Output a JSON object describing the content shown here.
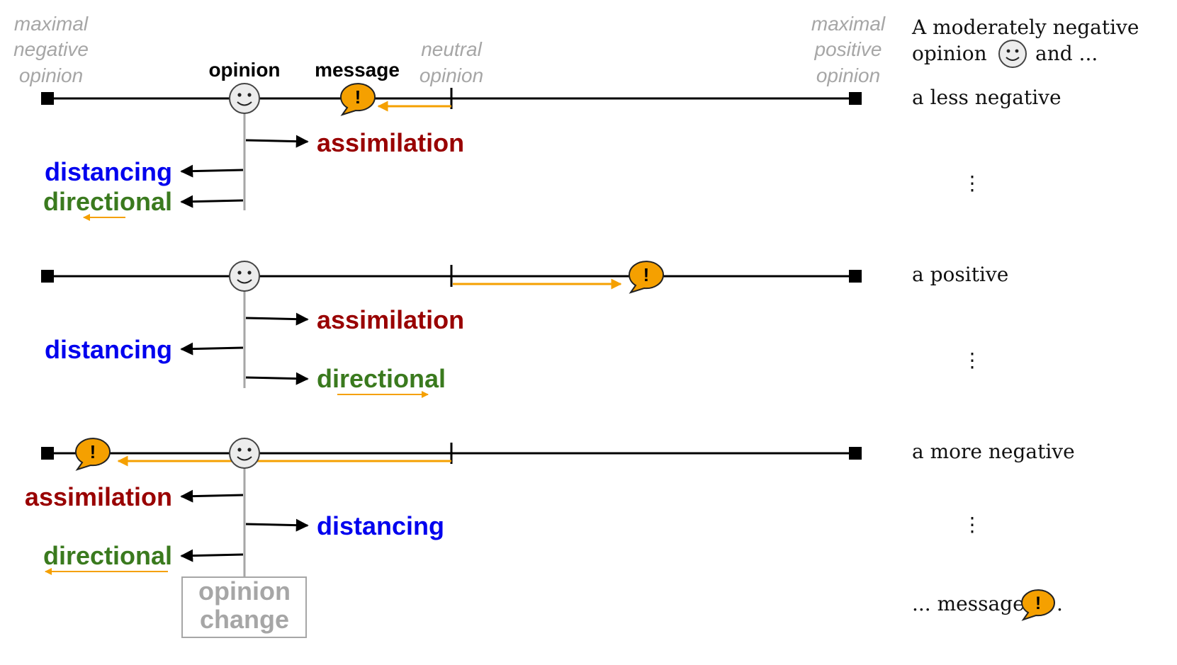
{
  "colors": {
    "assimilation": "#990000",
    "distancing": "#0000ee",
    "directional": "#3a7a1e",
    "message": "#f5a000",
    "axis_label": "#a6a6a6"
  },
  "axis_labels": {
    "max_negative": [
      "maximal",
      "negative",
      "opinion"
    ],
    "neutral": [
      "neutral",
      "opinion"
    ],
    "max_positive": [
      "maximal",
      "positive",
      "opinion"
    ]
  },
  "headers": {
    "opinion": "opinion",
    "message": "message"
  },
  "icons": {
    "opinion": "smiley-icon",
    "message": "exclamation-bubble-icon"
  },
  "message_glyph": "!",
  "rows": [
    {
      "effects": [
        {
          "label": "assimilation",
          "kind": "assimilation"
        },
        {
          "label": "distancing",
          "kind": "distancing"
        },
        {
          "label": "directional",
          "kind": "directional"
        }
      ],
      "side_text": "a less negative"
    },
    {
      "effects": [
        {
          "label": "assimilation",
          "kind": "assimilation"
        },
        {
          "label": "distancing",
          "kind": "distancing"
        },
        {
          "label": "directional",
          "kind": "directional"
        }
      ],
      "side_text": "a positive"
    },
    {
      "effects": [
        {
          "label": "assimilation",
          "kind": "assimilation"
        },
        {
          "label": "distancing",
          "kind": "distancing"
        },
        {
          "label": "directional",
          "kind": "directional"
        }
      ],
      "side_text": "a more negative"
    }
  ],
  "side_intro": {
    "line1": "A moderately negative",
    "line2_pre": "opinion",
    "line2_post": "and ..."
  },
  "side_ellipsis": "⋮",
  "side_outro": {
    "pre": "... message",
    "post": "."
  },
  "opinion_change": [
    "opinion",
    "change"
  ]
}
